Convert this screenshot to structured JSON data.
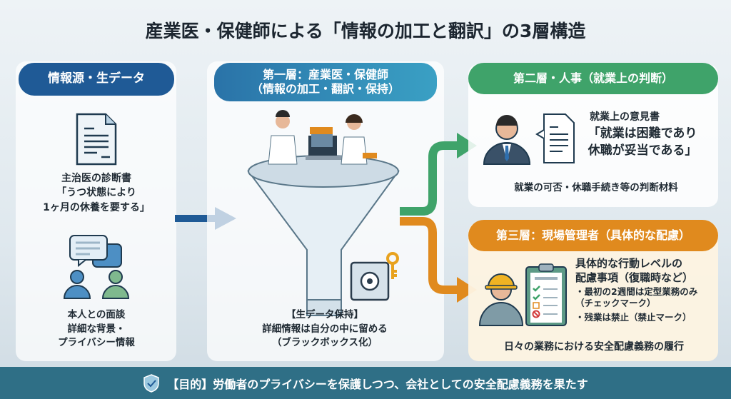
{
  "title": "産業医・保健師による「情報の加工と翻訳」の3層構造",
  "source": {
    "header": "情報源・生データ",
    "doc_title": "主治医の診断書",
    "doc_quote1": "「うつ状態により",
    "doc_quote2": "1ヶ月の休養を要する」",
    "interview_title": "本人との面談",
    "interview_1": "詳細な背景・",
    "interview_2": "プライバシー情報"
  },
  "layer1": {
    "header1": "第一層：産業医・保健師",
    "header2": "（情報の加工・翻訳・保持）",
    "keep_title": "【生データ保持】",
    "keep_1": "詳細情報は自分の中に留める",
    "keep_2": "（ブラックボックス化）"
  },
  "layer2": {
    "header": "第二層・人事（就業上の判断）",
    "opinion_title": "就業上の意見書",
    "quote1": "「就業は困難であり",
    "quote2": "休職が妥当である」",
    "footer": "就業の可否・休職手続き等の判断材料"
  },
  "layer3": {
    "header": "第三層：現場管理者（具体的な配慮）",
    "line1": "具体的な行動レベルの",
    "line2": "配慮事項（復職時など）",
    "bullet1": "・最初の2週間は定型業務のみ",
    "bullet1b": "（チェックマーク）",
    "bullet2": "・残業は禁止（禁止マーク）",
    "footer": "日々の業務における安全配慮義務の履行"
  },
  "bottom": {
    "text": "【目的】労働者のプライバシーを保護しつつ、会社としての安全配慮義務を果たす"
  },
  "colors": {
    "blue": "#1f5a96",
    "teal": "#2f86b0",
    "green": "#3fa36a",
    "orange": "#e08a1e",
    "bar": "#2f6f86"
  }
}
